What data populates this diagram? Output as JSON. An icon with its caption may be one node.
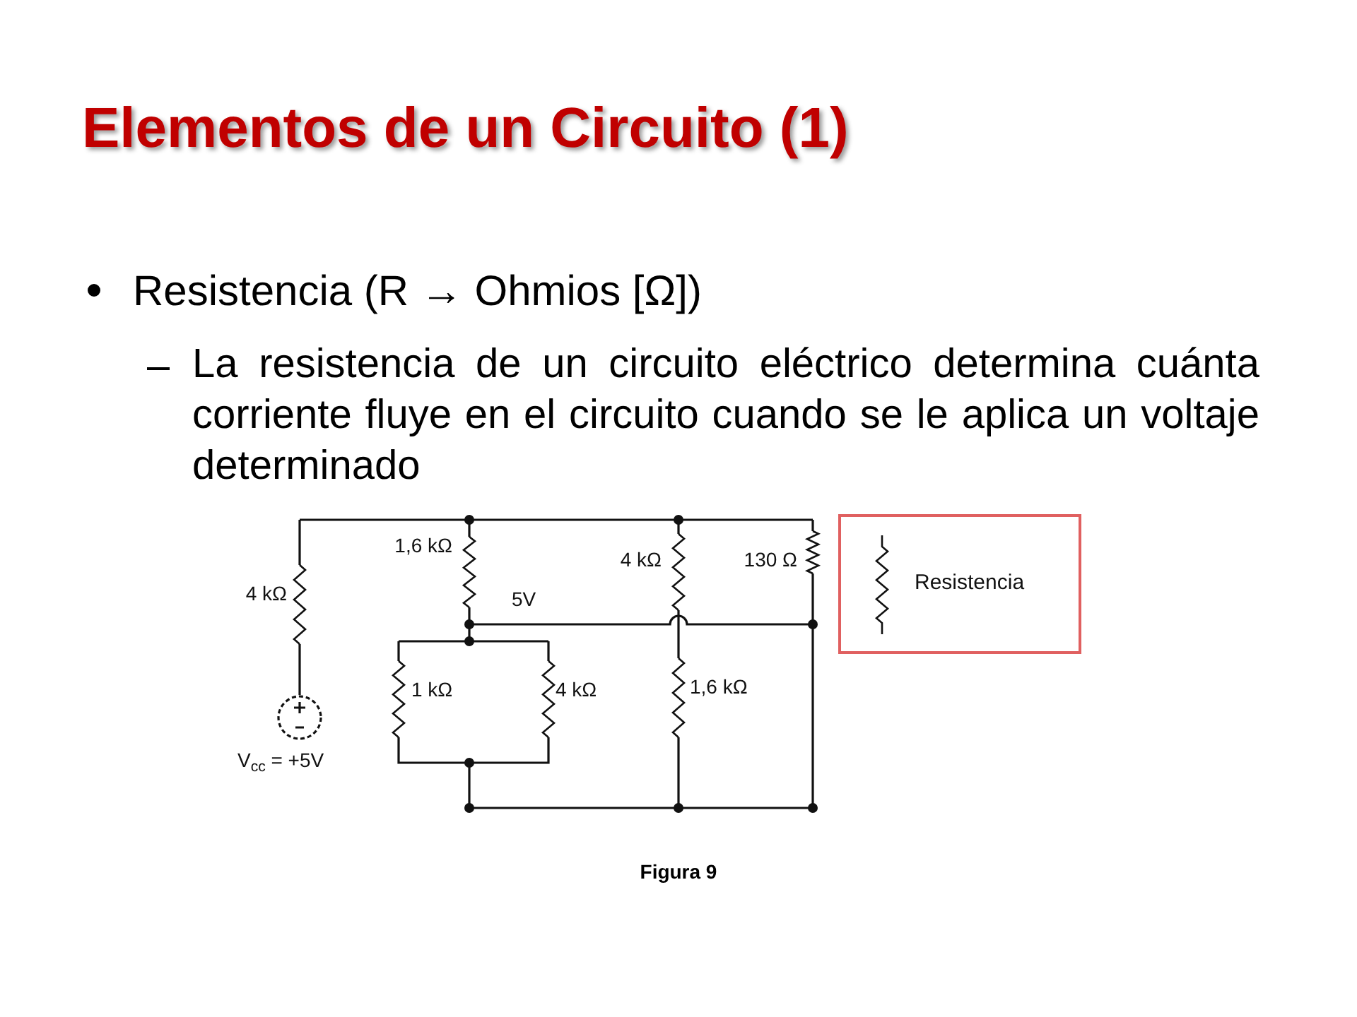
{
  "diagram": {
    "title": "Elementos de un Circuito (1)",
    "caption": "Figura 9",
    "nodes": [
      {
        "text": [
          "Resistencia"
        ]
      }
    ],
    "labels": [
      "Resistencia (R → Ohmios [Ω])",
      "La resistencia de un circuito eléctrico determina cuánta corriente fluye en el circuito cuando se le aplica un voltaje determinado",
      "1,6 kΩ",
      "4 kΩ",
      "130 Ω",
      "4 kΩ",
      "5V",
      "1 kΩ",
      "4 kΩ",
      "1,6 kΩ",
      "V$_{cc}$ = +5V"
    ]
  }
}
